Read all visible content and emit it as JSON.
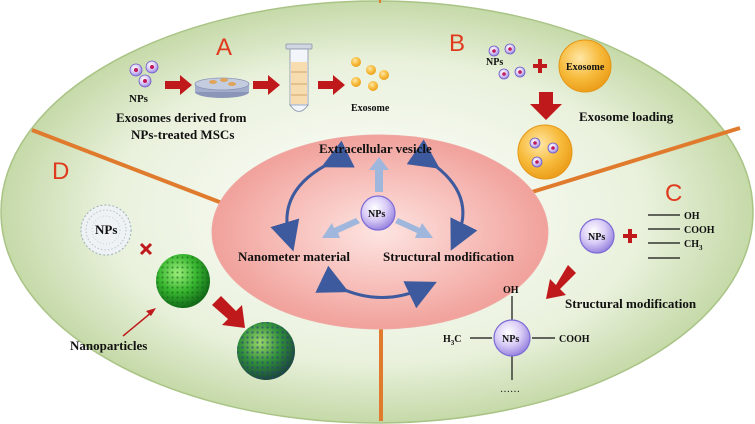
{
  "panels": {
    "a": {
      "letter": "A",
      "nps": "NPs",
      "exosome": "Exosome",
      "caption_line1": "Exosomes derived from",
      "caption_line2": "NPs-treated MSCs"
    },
    "b": {
      "letter": "B",
      "nps": "NPs",
      "exosome": "Exosome",
      "caption": "Exosome loading"
    },
    "c": {
      "letter": "C",
      "nps": "NPs",
      "oh": "OH",
      "cooh": "COOH",
      "ch3": "CH",
      "ch3_sub": "3",
      "caption": "Structural modification",
      "mol_oh": "OH",
      "mol_h3c": "H",
      "mol_h3c_sub": "3",
      "mol_c": "C",
      "mol_cooh": "COOH",
      "mol_center": "NPs",
      "mol_dots": "……"
    },
    "d": {
      "letter": "D",
      "nps": "NPs",
      "caption": "Nanoparticles"
    }
  },
  "center": {
    "nps": "NPs",
    "top": "Extracellular vesicle",
    "left": "Nanometer material",
    "right": "Structural modification"
  },
  "colors": {
    "panel_green": "#c6d9a8",
    "center_red": "#f2a5a0",
    "divider_orange": "#e07b2e",
    "accent_red": "#c0191c",
    "nps_purple": "#c9b8f0",
    "exosome_orange": "#f5b43a"
  }
}
